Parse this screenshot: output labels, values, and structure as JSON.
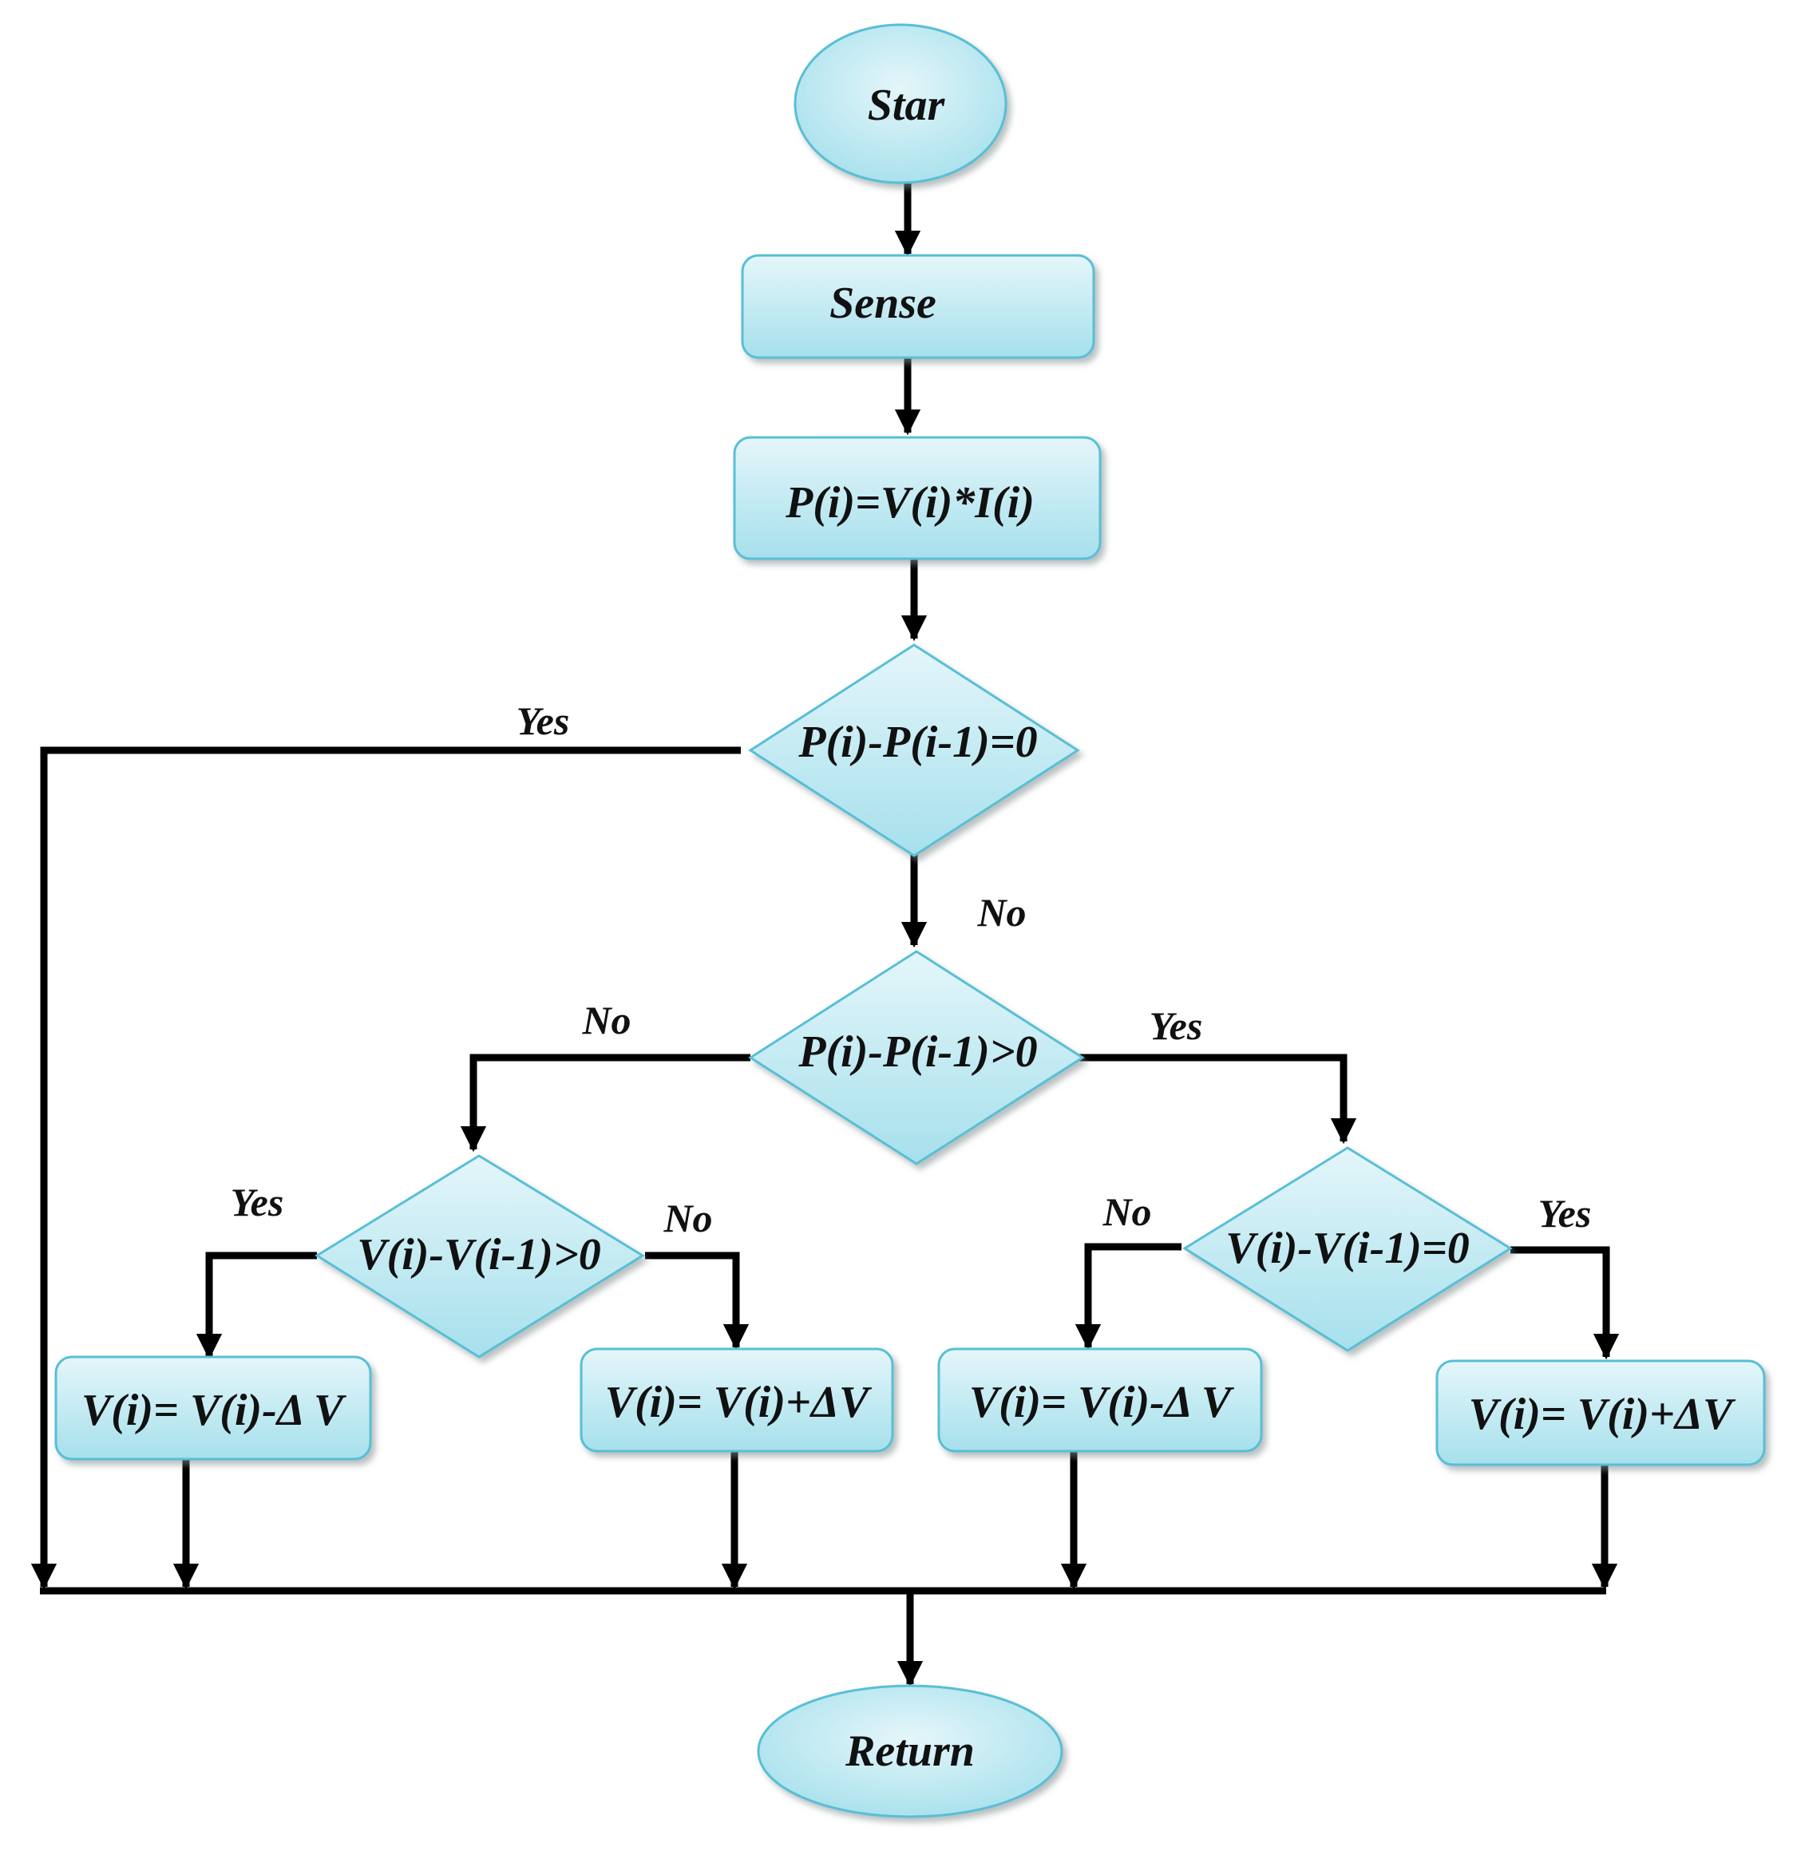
{
  "nodes": {
    "start": "Star",
    "sense": "Sense",
    "compute_power": "P(i)=V(i)*I(i)",
    "decision_power_equal": "P(i)-P(i-1)=0",
    "decision_power_greater": "P(i)-P(i-1)>0",
    "decision_voltage_greater": "V(i)-V(i-1)>0",
    "decision_voltage_equal": "V(i)-V(i-1)=0",
    "decrease_voltage_left": "V(i)= V(i)-Δ V",
    "increase_voltage_left": "V(i)= V(i)+ΔV",
    "decrease_voltage_right": "V(i)= V(i)-Δ V",
    "increase_voltage_right": "V(i)= V(i)+ΔV",
    "return": "Return"
  },
  "edge_labels": {
    "power_equal_yes": "Yes",
    "power_equal_no": "No",
    "power_greater_no": "No",
    "power_greater_yes": "Yes",
    "voltage_greater_yes": "Yes",
    "voltage_greater_no": "No",
    "voltage_equal_no": "No",
    "voltage_equal_yes": "Yes"
  },
  "colors": {
    "shape_fill_light": "#e4f6fa",
    "shape_fill_dark": "#a6e0ec",
    "shape_border": "#58bfd6",
    "connector": "#000000"
  }
}
